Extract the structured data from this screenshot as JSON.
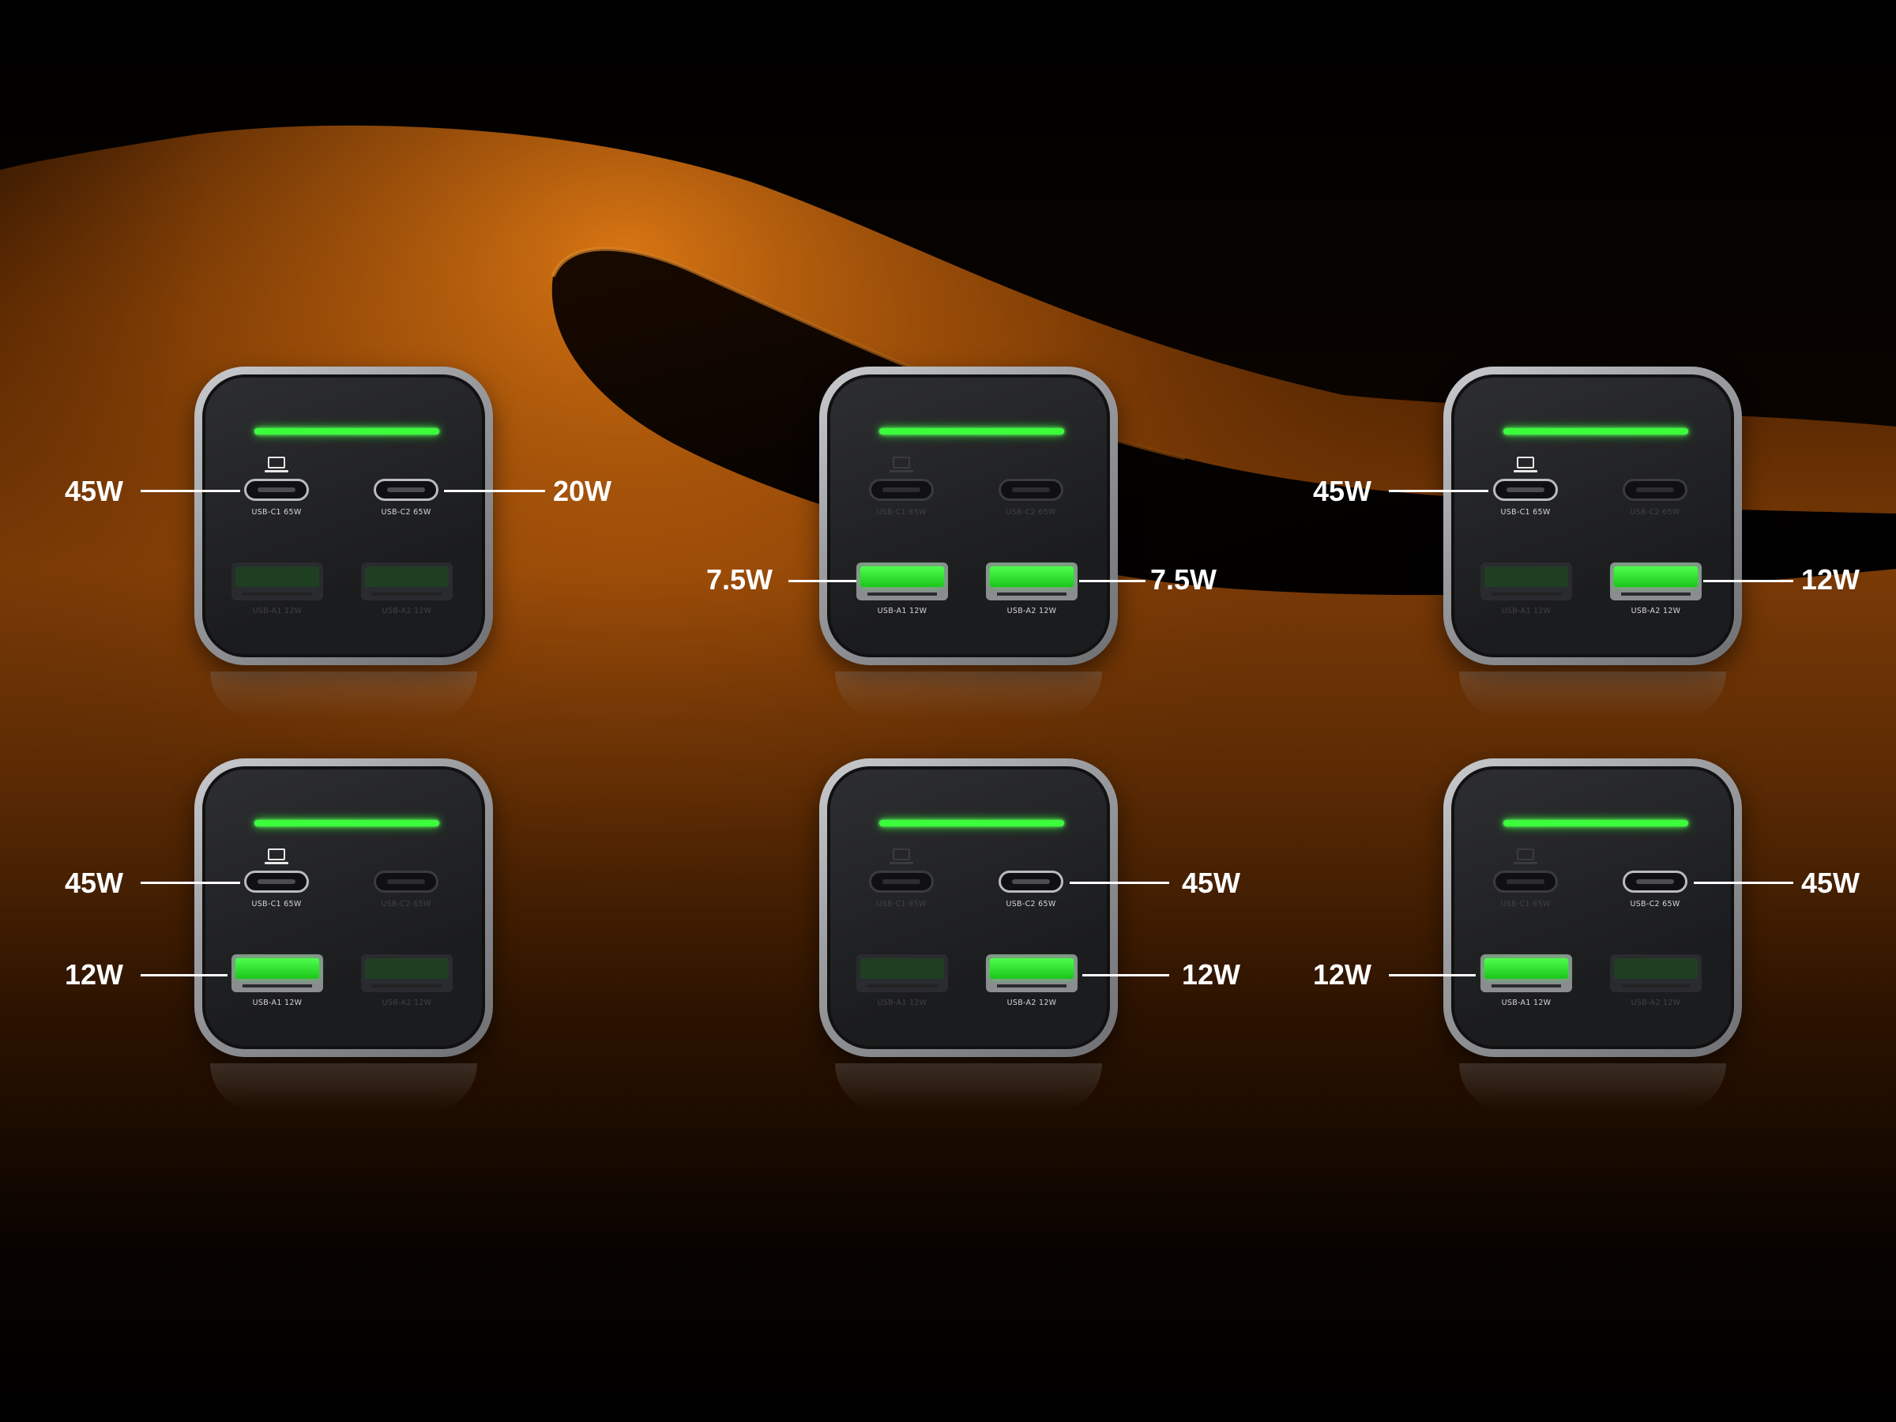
{
  "colors": {
    "led_green": "#3bff3b",
    "background_orange": "#c4650f",
    "label_white": "#ffffff"
  },
  "icons": [
    "laptop-icon",
    "usb-c-port-icon",
    "usb-a-port-icon",
    "status-led-icon"
  ],
  "chargers": [
    {
      "ports": {
        "c1": "USB-C1 65W",
        "c2": "USB-C2 65W",
        "a1": "USB-A1 12W",
        "a2": "USB-A2 12W"
      },
      "active": [
        "c1",
        "c2"
      ],
      "labels": {
        "c1": "45W",
        "c2": "20W"
      }
    },
    {
      "ports": {
        "c1": "USB-C1 65W",
        "c2": "USB-C2 65W",
        "a1": "USB-A1 12W",
        "a2": "USB-A2 12W"
      },
      "active": [
        "a1",
        "a2"
      ],
      "labels": {
        "a1": "7.5W",
        "a2": "7.5W"
      }
    },
    {
      "ports": {
        "c1": "USB-C1 65W",
        "c2": "USB-C2 65W",
        "a1": "USB-A1 12W",
        "a2": "USB-A2 12W"
      },
      "active": [
        "c1",
        "a2"
      ],
      "labels": {
        "c1": "45W",
        "a2": "12W"
      }
    },
    {
      "ports": {
        "c1": "USB-C1 65W",
        "c2": "USB-C2 65W",
        "a1": "USB-A1 12W",
        "a2": "USB-A2 12W"
      },
      "active": [
        "c1",
        "a1"
      ],
      "labels": {
        "c1": "45W",
        "a1": "12W"
      }
    },
    {
      "ports": {
        "c1": "USB-C1 65W",
        "c2": "USB-C2 65W",
        "a1": "USB-A1 12W",
        "a2": "USB-A2 12W"
      },
      "active": [
        "c2",
        "a2"
      ],
      "labels": {
        "c2": "45W",
        "a2": "12W"
      }
    },
    {
      "ports": {
        "c1": "USB-C1 65W",
        "c2": "USB-C2 65W",
        "a1": "USB-A1 12W",
        "a2": "USB-A2 12W"
      },
      "active": [
        "c2",
        "a1"
      ],
      "labels": {
        "c2": "45W",
        "a1": "12W"
      }
    }
  ]
}
